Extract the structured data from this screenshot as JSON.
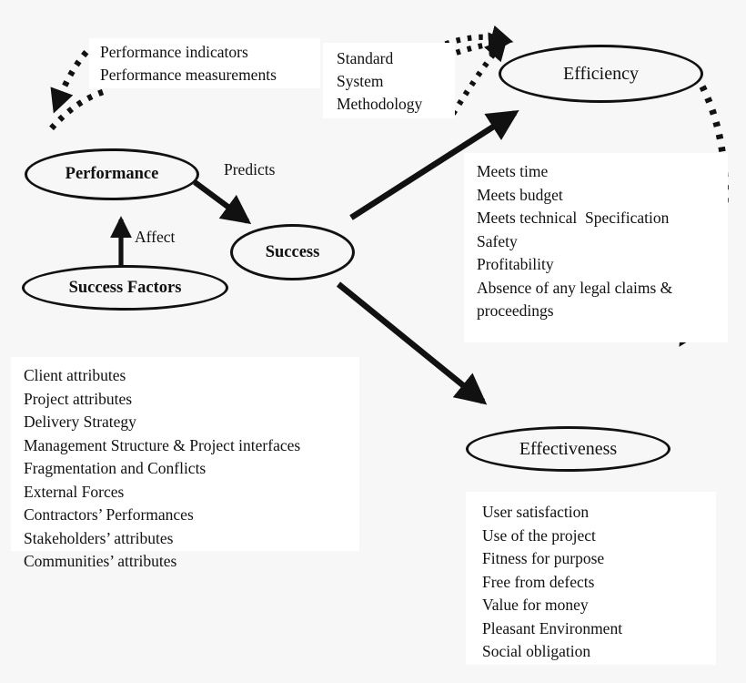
{
  "diagram": {
    "title": "Project Performance Conceptual Framework",
    "background_color": "#f7f7f7",
    "panel_color": "#ffffff",
    "stroke_color": "#111111"
  },
  "nodes": {
    "performance": {
      "label": "Performance"
    },
    "success_factors": {
      "label": "Success Factors"
    },
    "success": {
      "label": "Success"
    },
    "efficiency": {
      "label": "Efficiency"
    },
    "effectiveness": {
      "label": "Effectiveness"
    }
  },
  "edge_labels": {
    "predicts": "Predicts",
    "affect": "Affect"
  },
  "panels": {
    "performance_indicators": {
      "lines": [
        "Performance indicators",
        "Performance measurements"
      ]
    },
    "standard_system_methodology": {
      "lines": [
        "Standard",
        "System",
        "Methodology"
      ]
    },
    "efficiency_criteria": {
      "lines": [
        "Meets time",
        "Meets budget",
        "Meets technical  Specification",
        "Safety",
        "Profitability",
        "Absence of any legal claims &",
        "proceedings"
      ]
    },
    "success_factors_list": {
      "lines": [
        "Client attributes",
        "Project attributes",
        "Delivery Strategy",
        "Management Structure & Project interfaces",
        "Fragmentation and Conflicts",
        "External Forces",
        "Contractors’ Performances",
        "Stakeholders’ attributes",
        "Communities’ attributes"
      ]
    },
    "effectiveness_criteria": {
      "lines": [
        "User satisfaction",
        "Use of the project",
        "Fitness for purpose",
        "Free from defects",
        "Value for money",
        "Pleasant Environment",
        "Social obligation"
      ]
    }
  },
  "edges": [
    {
      "name": "success-factors-to-performance",
      "style": "solid-arrow",
      "label": "Affect"
    },
    {
      "name": "performance-to-success",
      "style": "solid-arrow",
      "label": "Predicts"
    },
    {
      "name": "success-to-efficiency",
      "style": "solid-arrow",
      "label": ""
    },
    {
      "name": "success-to-effectiveness",
      "style": "solid-arrow",
      "label": ""
    },
    {
      "name": "performance-indicators-to-performance",
      "style": "dotted-arrow",
      "label": ""
    },
    {
      "name": "performance-measurements-to-performance",
      "style": "dotted-arrow",
      "label": ""
    },
    {
      "name": "standard-to-efficiency",
      "style": "dotted-arrow",
      "label": ""
    },
    {
      "name": "system-to-efficiency",
      "style": "dotted-arrow",
      "label": ""
    },
    {
      "name": "methodology-to-efficiency",
      "style": "dotted-arrow",
      "label": ""
    },
    {
      "name": "efficiency-to-criteria",
      "style": "dotted-curved-arrow",
      "label": ""
    }
  ]
}
